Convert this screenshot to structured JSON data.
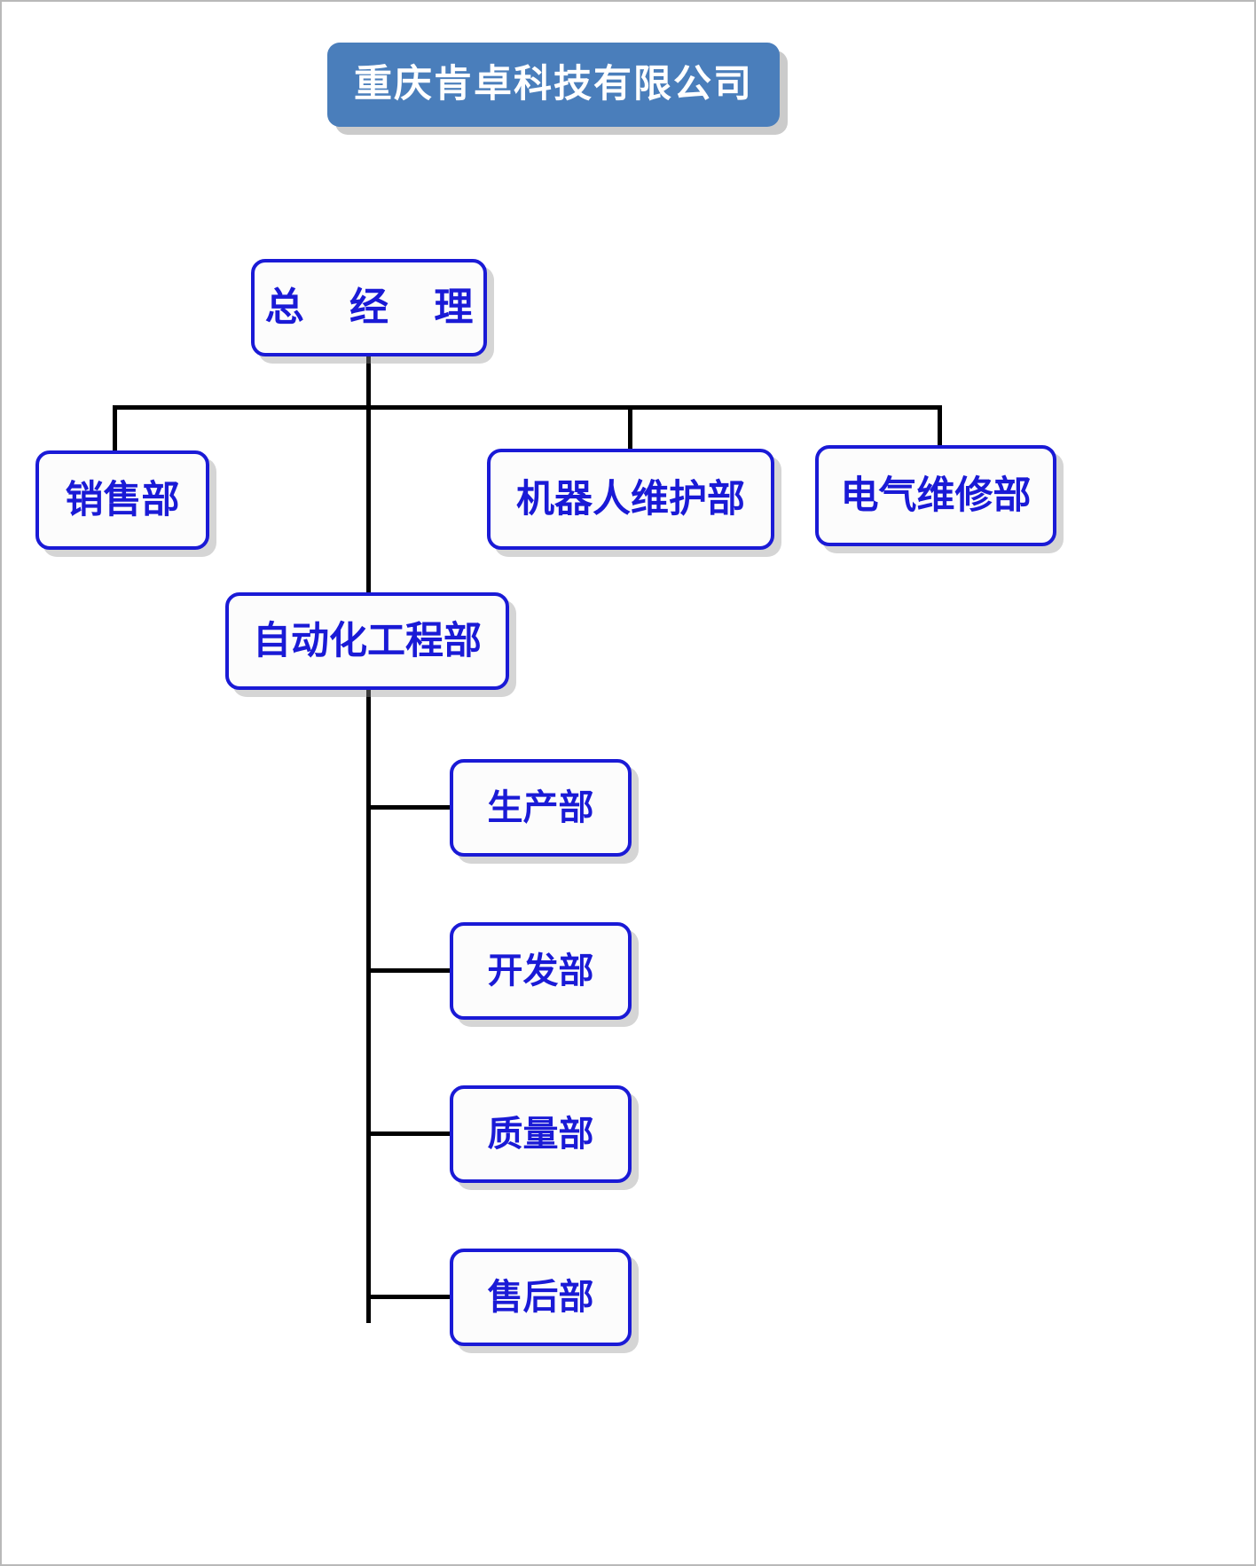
{
  "page": {
    "background_color": "#ffffff",
    "border_color": "#b9b9b9"
  },
  "title": {
    "text": "重庆肯卓科技有限公司",
    "fill_color": "#4a7ebb",
    "text_color": "#ffffff"
  },
  "colors": {
    "node_border": "#1a1ad6",
    "node_text": "#1a1ad6",
    "node_fill": "#fcfcfc",
    "connector": "#000000",
    "shadow": "#969696"
  },
  "chart_data": {
    "type": "org-chart",
    "title": "重庆肯卓科技有限公司",
    "root": "总 经 理",
    "nodes": [
      {
        "id": "gm",
        "label": "总 经 理",
        "level": 0,
        "parent": null
      },
      {
        "id": "sales",
        "label": "销售部",
        "level": 1,
        "parent": "gm"
      },
      {
        "id": "robot",
        "label": "机器人维护部",
        "level": 1,
        "parent": "gm"
      },
      {
        "id": "electric",
        "label": "电气维修部",
        "level": 1,
        "parent": "gm"
      },
      {
        "id": "automation",
        "label": "自动化工程部",
        "level": 1,
        "parent": "gm"
      },
      {
        "id": "production",
        "label": "生产部",
        "level": 2,
        "parent": "automation"
      },
      {
        "id": "develop",
        "label": "开发部",
        "level": 2,
        "parent": "automation"
      },
      {
        "id": "quality",
        "label": "质量部",
        "level": 2,
        "parent": "automation"
      },
      {
        "id": "aftersale",
        "label": "售后部",
        "level": 2,
        "parent": "automation"
      }
    ],
    "edges": [
      {
        "from": "gm",
        "to": "sales"
      },
      {
        "from": "gm",
        "to": "robot"
      },
      {
        "from": "gm",
        "to": "electric"
      },
      {
        "from": "gm",
        "to": "automation"
      },
      {
        "from": "automation",
        "to": "production"
      },
      {
        "from": "automation",
        "to": "develop"
      },
      {
        "from": "automation",
        "to": "quality"
      },
      {
        "from": "automation",
        "to": "aftersale"
      }
    ]
  }
}
